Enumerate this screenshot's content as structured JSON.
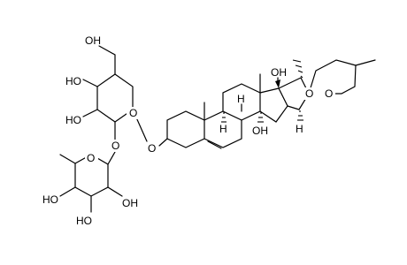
{
  "diagram": {
    "atom_labels": [
      {
        "id": "o-ring-glc",
        "text": "O"
      },
      {
        "id": "o-link",
        "text": "O"
      },
      {
        "id": "o-ring-rha",
        "text": "O"
      },
      {
        "id": "o-glyco",
        "text": "O"
      },
      {
        "id": "oh-c6",
        "text": "OH"
      },
      {
        "id": "oh-c4",
        "text": "HO"
      },
      {
        "id": "oh-c3",
        "text": "HO"
      },
      {
        "id": "oh-rha4",
        "text": "HO"
      },
      {
        "id": "oh-rha3",
        "text": "HO"
      },
      {
        "id": "oh-rha2",
        "text": "OH"
      },
      {
        "id": "h-c9",
        "text": "H"
      },
      {
        "id": "h-c8",
        "text": "H"
      },
      {
        "id": "oh-c14",
        "text": "OH"
      },
      {
        "id": "oh-c17",
        "text": "OH"
      },
      {
        "id": "h-c16",
        "text": "H"
      },
      {
        "id": "o-e-ring",
        "text": "O"
      },
      {
        "id": "o-f-ring",
        "text": "O"
      }
    ]
  }
}
